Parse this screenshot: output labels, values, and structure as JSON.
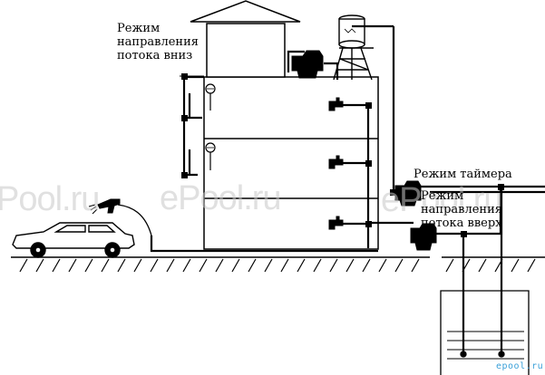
{
  "labels": {
    "down_flow": [
      "Режим",
      "направления",
      "потока вниз"
    ],
    "timer": "Режим таймера",
    "up_flow": [
      "Режим",
      "направления",
      "потока вверх"
    ]
  },
  "watermarks": [
    "Pool.ru",
    "ePool.ru",
    "ePool.ru"
  ],
  "brand": "epool.ru",
  "colors": {
    "line": "#000000",
    "watermark": "#c8c8c8",
    "brand": "#3aa0d8"
  }
}
